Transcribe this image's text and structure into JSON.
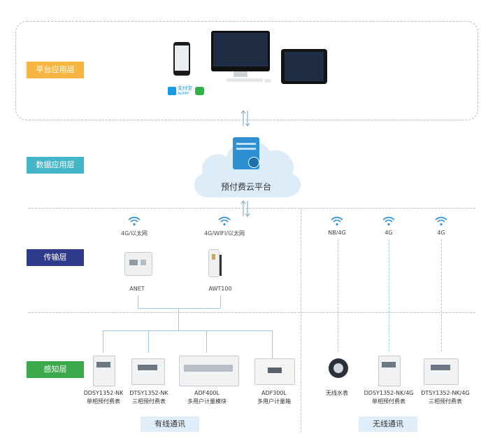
{
  "layers": {
    "platform": {
      "label": "平台应用层",
      "color": "#f5b642"
    },
    "data": {
      "label": "数据应用层",
      "color": "#43b6c8"
    },
    "transport": {
      "label": "传输层",
      "color": "#2e3a8c"
    },
    "sensing": {
      "label": "感知层",
      "color": "#3aa84b"
    }
  },
  "cloud": {
    "label": "预付费云平台"
  },
  "payment": {
    "alipay": "支付宝",
    "alipay_sub": "ALIPAY"
  },
  "transport_items": [
    {
      "protocol": "4G/以太网",
      "name": "ANET"
    },
    {
      "protocol": "4G/WIFI/以太网",
      "name": "AWT100"
    }
  ],
  "wireless_protocols": [
    "NB/4G",
    "4G",
    "4G"
  ],
  "devices": [
    {
      "line1": "DDSY1352-NK",
      "line2": "单相预付费表"
    },
    {
      "line1": "DTSY1352-NK",
      "line2": "三相预付费表"
    },
    {
      "line1": "ADF400L",
      "line2": "多用户计量模块"
    },
    {
      "line1": "ADF300L",
      "line2": "多用户计量箱"
    },
    {
      "line1": "无线水表",
      "line2": ""
    },
    {
      "line1": "DDSY1352-NK/4G",
      "line2": "单相预付费表"
    },
    {
      "line1": "DTSY1352-NK/4G",
      "line2": "三相预付费表"
    }
  ],
  "comm": {
    "wired": "有线通讯",
    "wireless": "无线通讯"
  },
  "icons": {
    "wifi": "wifi-icon",
    "updown": "up-down-arrows-icon",
    "server": "server-icon",
    "alipay": "alipay-icon",
    "wechat": "wechat-icon"
  }
}
